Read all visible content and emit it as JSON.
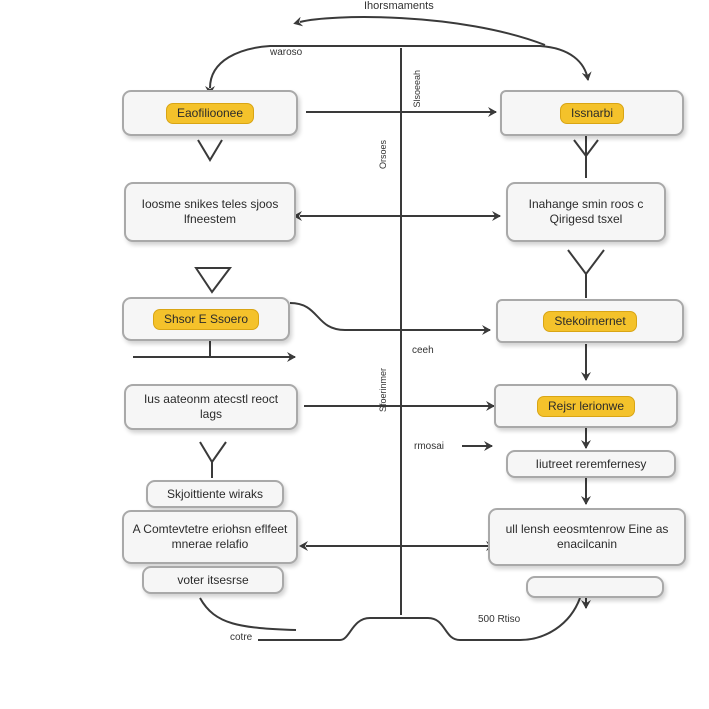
{
  "labels": {
    "top": "Ihorsmaments",
    "top_left": "waroso",
    "center_small": "ceeh",
    "right_side": "rmosai",
    "bottom_left": "cotre",
    "bottom_right": "500 Rtiso",
    "vertical_1": "Slsoeeah",
    "vertical_2": "Orsoes",
    "vertical_3": "Sfoerinmer"
  },
  "left_nodes": [
    {
      "pill": "Eaofilioonee"
    },
    {
      "text": "Ioosme snikes teles sjoos lfneestem"
    },
    {
      "pill": "Shsor E Ssoero"
    },
    {
      "text": "Ius aateonm atecstl reoct lags"
    },
    {
      "text": "Skjoittiente wiraks"
    },
    {
      "text": "A Comtevtetre eriohsn eflfeet mnerae relafio"
    },
    {
      "text": "voter itsesrse"
    }
  ],
  "right_nodes": [
    {
      "pill": "Issnarbi"
    },
    {
      "text": "Inahange smin roos c Qirigesd tsxel"
    },
    {
      "pill": "Stekoirnernet"
    },
    {
      "pill": "Rejsr lerionwe"
    },
    {
      "text": "Iiutreet reremfernesy"
    },
    {
      "text": "ull lensh eeosmtenrow Eine as enacilcanin"
    },
    {
      "text": ""
    }
  ]
}
